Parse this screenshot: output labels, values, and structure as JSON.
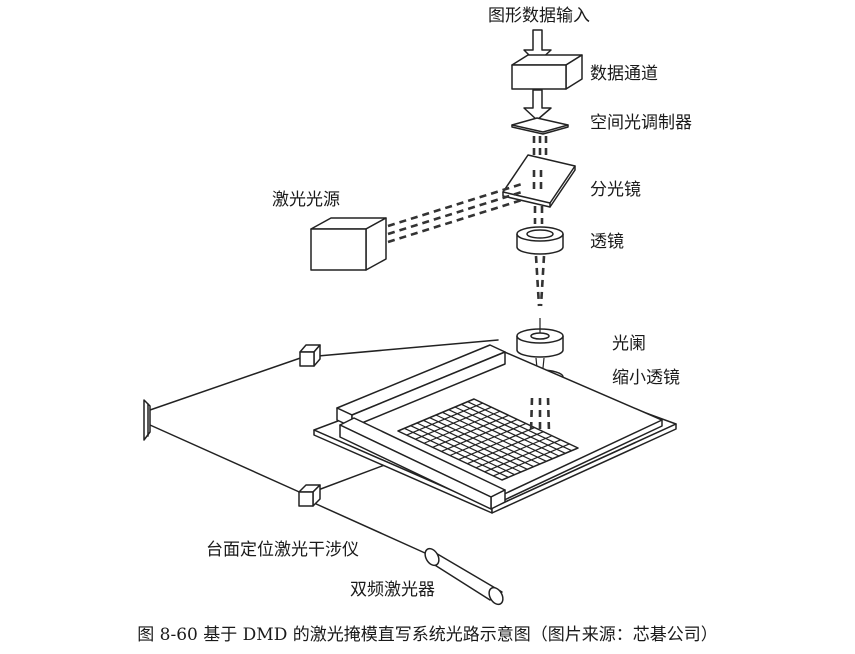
{
  "labels": {
    "graphic_input": "图形数据输入",
    "data_channel": "数据通道",
    "slm": "空间光调制器",
    "beam_splitter": "分光镜",
    "laser_source": "激光光源",
    "lens": "透镜",
    "aperture": "光阑",
    "reduction_lens": "缩小透镜",
    "interferometer": "台面定位激光干涉仪",
    "dual_freq_laser": "双频激光器"
  },
  "caption": "图 8-60   基于 DMD 的激光掩模直写系统光路示意图（图片来源：芯碁公司）"
}
